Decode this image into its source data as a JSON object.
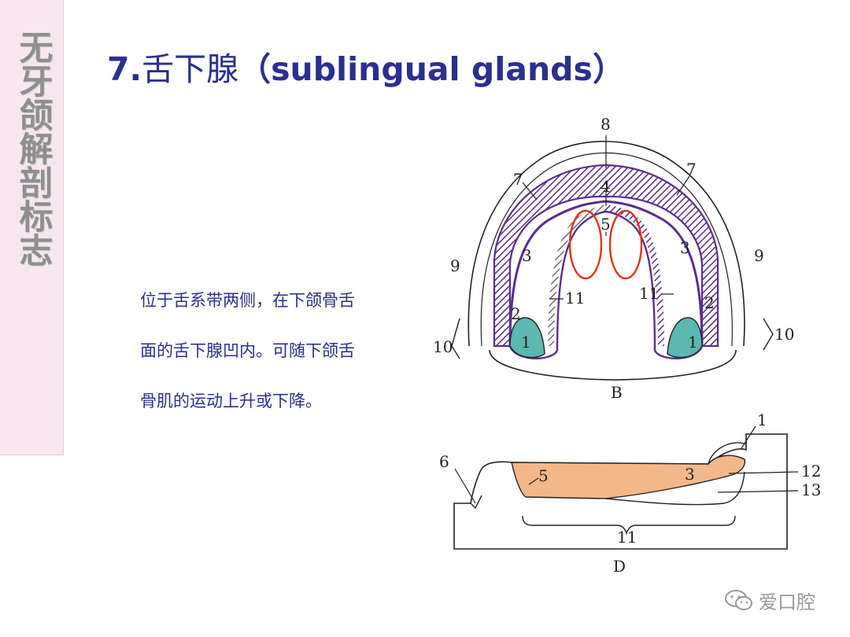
{
  "sidebar": {
    "title": "无牙颌解剖标志"
  },
  "header": {
    "number": "7.",
    "title_zh": "舌下腺",
    "title_en": "（sublingual glands）"
  },
  "description": {
    "lines": [
      "位于舌系带两侧，在下颌骨舌",
      "面的舌下腺凹内。可随下颌舌",
      "骨肌的运动上升或下降。"
    ]
  },
  "figure_b": {
    "caption": "B",
    "labels": {
      "l8": "8",
      "l7_left": "7",
      "l7_right": "7",
      "l4": "4",
      "l5": "5",
      "l3_left": "3",
      "l3_right": "3",
      "l9_left": "9",
      "l9_right": "9",
      "l11_left": "11",
      "l11_right": "11",
      "l2_left": "2",
      "l2_right": "2",
      "l1_left": "1",
      "l1_right": "1",
      "l10_left": "10",
      "l10_right": "10"
    },
    "colors": {
      "outline": "#5b2d8e",
      "gland": "#e0361b",
      "pad": "#5bb8b0",
      "line": "#222222"
    }
  },
  "figure_d": {
    "caption": "D",
    "labels": {
      "l1": "1",
      "l6": "6",
      "l5": "5",
      "l3": "3",
      "l12": "12",
      "l13": "13",
      "l11": "11"
    },
    "colors": {
      "gland_fill": "#f3b88a",
      "line": "#222222"
    }
  },
  "watermark": {
    "text": "爱口腔",
    "icon": "wechat-icon"
  }
}
